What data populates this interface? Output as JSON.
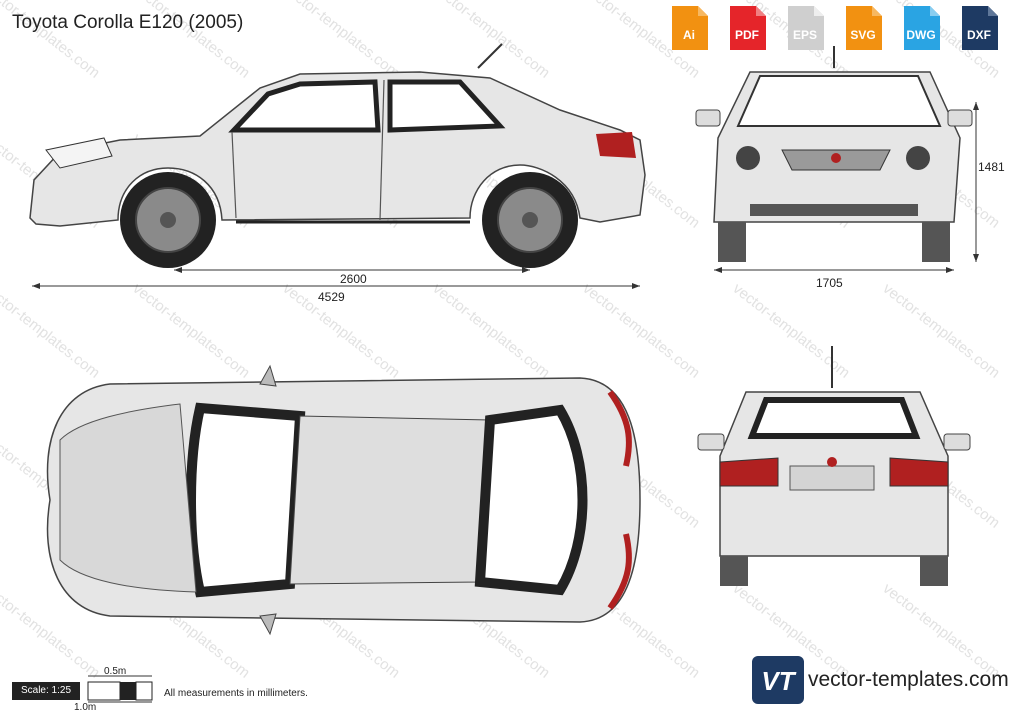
{
  "title": "Toyota Corolla E120 (2005)",
  "formats": [
    {
      "label": "Ai",
      "color": "#f29111"
    },
    {
      "label": "PDF",
      "color": "#e5252a"
    },
    {
      "label": "EPS",
      "color": "#d9d9d9"
    },
    {
      "label": "SVG",
      "color": "#f29111"
    },
    {
      "label": "DWG",
      "color": "#2aa4e3"
    },
    {
      "label": "DXF",
      "color": "#1e3a63"
    }
  ],
  "dimensions": {
    "wheelbase": "2600",
    "length": "4529",
    "width": "1705",
    "height": "1481"
  },
  "scale": {
    "label": "Scale: 1:25",
    "half": "0.5m",
    "full": "1.0m"
  },
  "note": "All measurements in millimeters.",
  "brand": {
    "text": "vector-templates.com",
    "logo": "VT"
  },
  "watermark": "vector-templates.com"
}
